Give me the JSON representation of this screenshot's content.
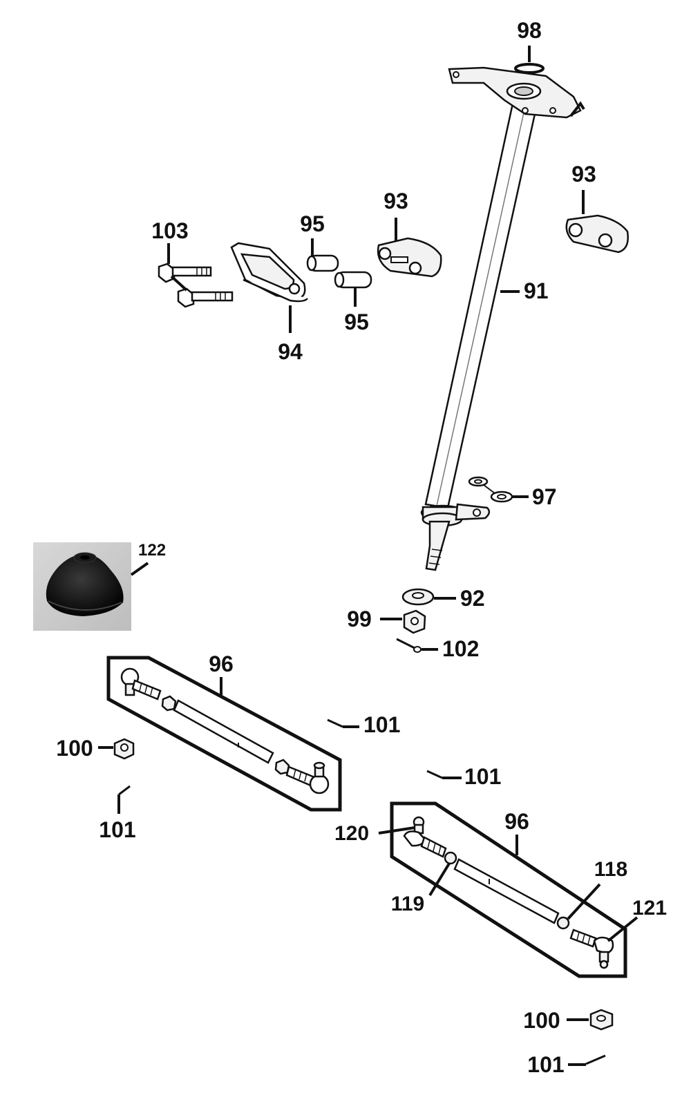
{
  "callouts": {
    "c91": "91",
    "c92": "92",
    "c93a": "93",
    "c93b": "93",
    "c94": "94",
    "c95a": "95",
    "c95b": "95",
    "c96a": "96",
    "c96b": "96",
    "c97": "97",
    "c98": "98",
    "c99": "99",
    "c100a": "100",
    "c100b": "100",
    "c101a": "101",
    "c101b": "101",
    "c101c": "101",
    "c101d": "101",
    "c102": "102",
    "c103": "103",
    "c118": "118",
    "c119": "119",
    "c120": "120",
    "c121": "121",
    "c122": "122"
  }
}
